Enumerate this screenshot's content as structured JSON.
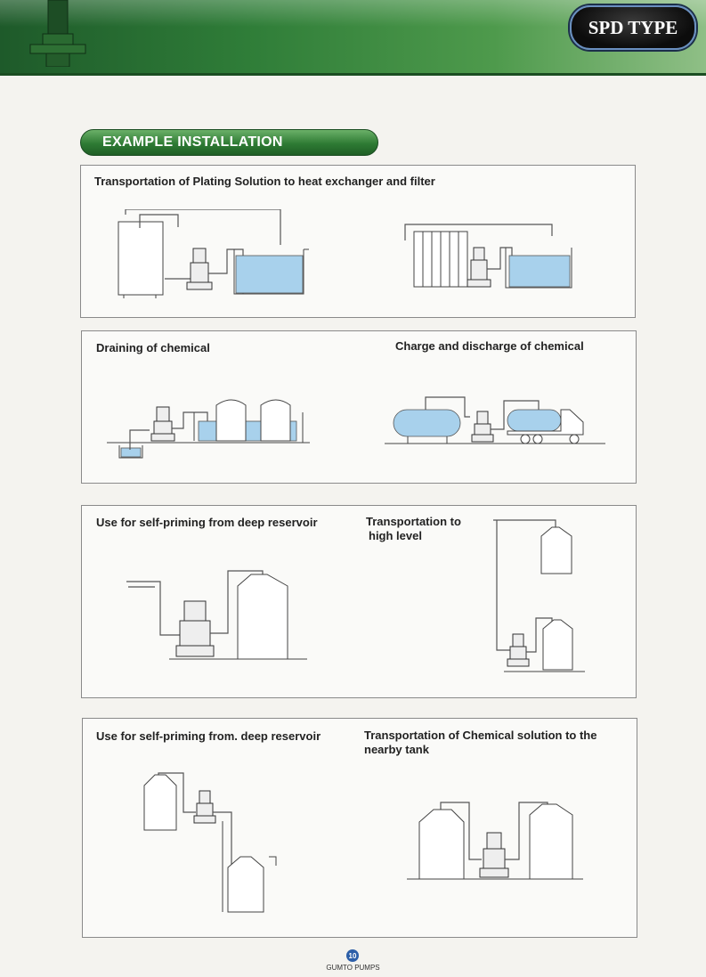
{
  "header": {
    "badge": "SPD TYPE"
  },
  "section": {
    "title": "EXAMPLE INSTALLATION"
  },
  "panels": {
    "p1": {
      "title": "Transportation of Plating Solution to heat exchanger and filter"
    },
    "p2a": {
      "title": "Draining of chemical"
    },
    "p2b": {
      "title": "Charge and discharge of chemical"
    },
    "p3a": {
      "title": "Use for self-priming from deep reservoir"
    },
    "p3b": {
      "line1": "Transportation to",
      "line2": "high level"
    },
    "p4a": {
      "title": "Use for self-priming from. deep reservoir"
    },
    "p4b": {
      "line1": "Transportation of Chemical solution to the",
      "line2": "nearby  tank"
    }
  },
  "footer": {
    "page": "10",
    "brand": "GUMTO PUMPS"
  },
  "colors": {
    "banner": "#2f7d38",
    "water": "#a8d1ec",
    "pill": "#2e7b34"
  }
}
